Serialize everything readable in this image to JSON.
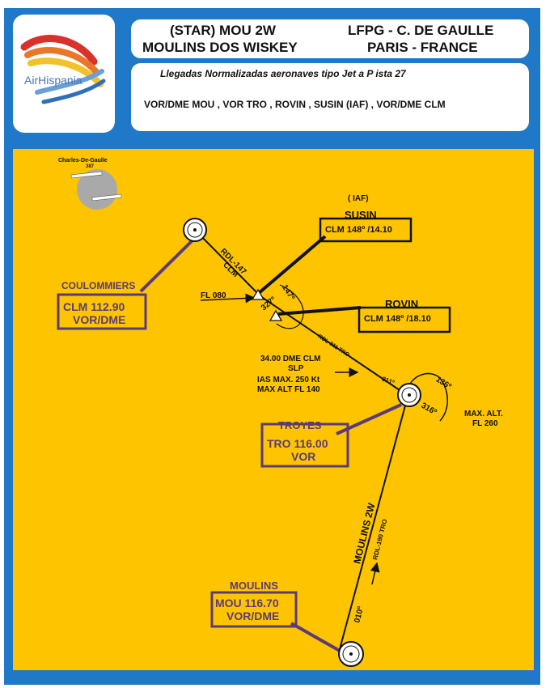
{
  "header": {
    "logo_text": "AirHispania",
    "title_line1_left": "(STAR) MOU 2W",
    "title_line2_left": "MOULINS DOS WISKEY",
    "title_line1_right": "LFPG - C. DE GAULLE",
    "title_line2_right": "PARIS - FRANCE",
    "subtitle": "Llegadas Normalizadas aeronaves tipo Jet a P ista  27",
    "fixes_line": "VOR/DME MOU , VOR TRO , ROVIN , SUSIN (IAF) , VOR/DME CLM"
  },
  "map": {
    "airport": {
      "name": "Charles-De-Gaulle",
      "elevation": "387"
    },
    "iaf_tag": "( IAF)",
    "susin": {
      "name": "SUSIN",
      "detail": "CLM 148º /14.10"
    },
    "rovin": {
      "name": "ROVIN",
      "detail": "CLM 148º /18.10"
    },
    "coulommiers": {
      "name": "COULOMMIERS",
      "freq": "CLM  112.90",
      "type": "VOR/DME"
    },
    "troyes": {
      "name": "TROYES",
      "freq": "TRO  116.00",
      "type": "VOR"
    },
    "moulins": {
      "name": "MOULINS",
      "freq": "MOU  116.70",
      "type": "VOR/DME"
    },
    "labels": {
      "rdl147": "RDL-147",
      "clm": "CLM",
      "fl080": "FL 080",
      "hdg147": "147º",
      "hdg327": "327º",
      "rdl311": "RDL-311 TRO",
      "dme": "34.00 DME CLM",
      "slp": "SLP",
      "ias": "IAS MAX.  250 Kt",
      "maxalt": "MAX ALT  FL 140",
      "r311": "311º",
      "h136": "136º",
      "h316": "316º",
      "hold_alt1": "MAX. ALT.",
      "hold_alt2": "FL 260",
      "route": "MOULINS 2W",
      "rdl190": "RDL-190 TRO",
      "h010": "010º"
    },
    "colors": {
      "background": "#fec400",
      "frame": "#1f78c8",
      "box_border": "#5b3a78"
    }
  }
}
